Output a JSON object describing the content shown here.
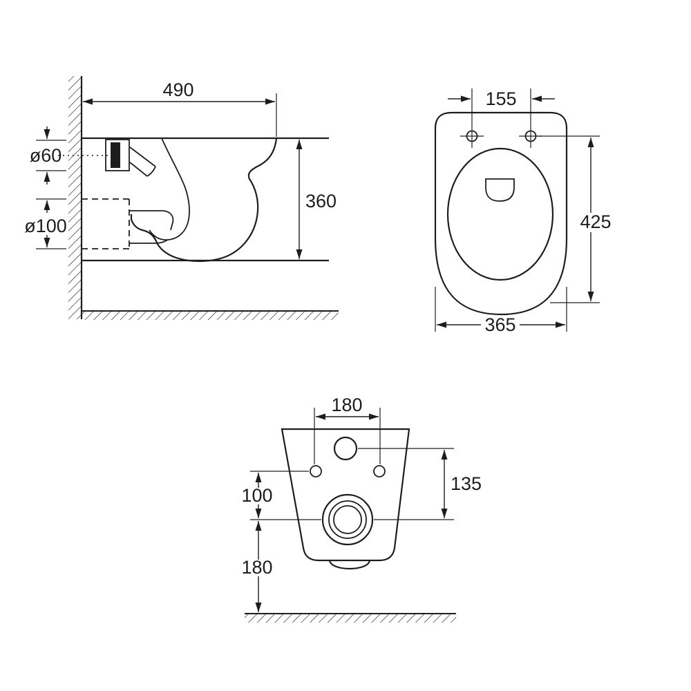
{
  "drawing": {
    "type": "wall-hung-toilet-technical-drawing",
    "colors": {
      "line": "#1d1d1d",
      "background": "#ffffff"
    },
    "side_view": {
      "width": "490",
      "height": "360",
      "inlet_diameter": "ø60",
      "outlet_diameter": "ø100"
    },
    "top_view": {
      "hole_spacing": "155",
      "depth": "425",
      "width": "365"
    },
    "front_view": {
      "hole_spacing": "180",
      "inlet_to_drain": "135",
      "holes_to_drain": "100",
      "drain_to_floor": "180"
    }
  }
}
